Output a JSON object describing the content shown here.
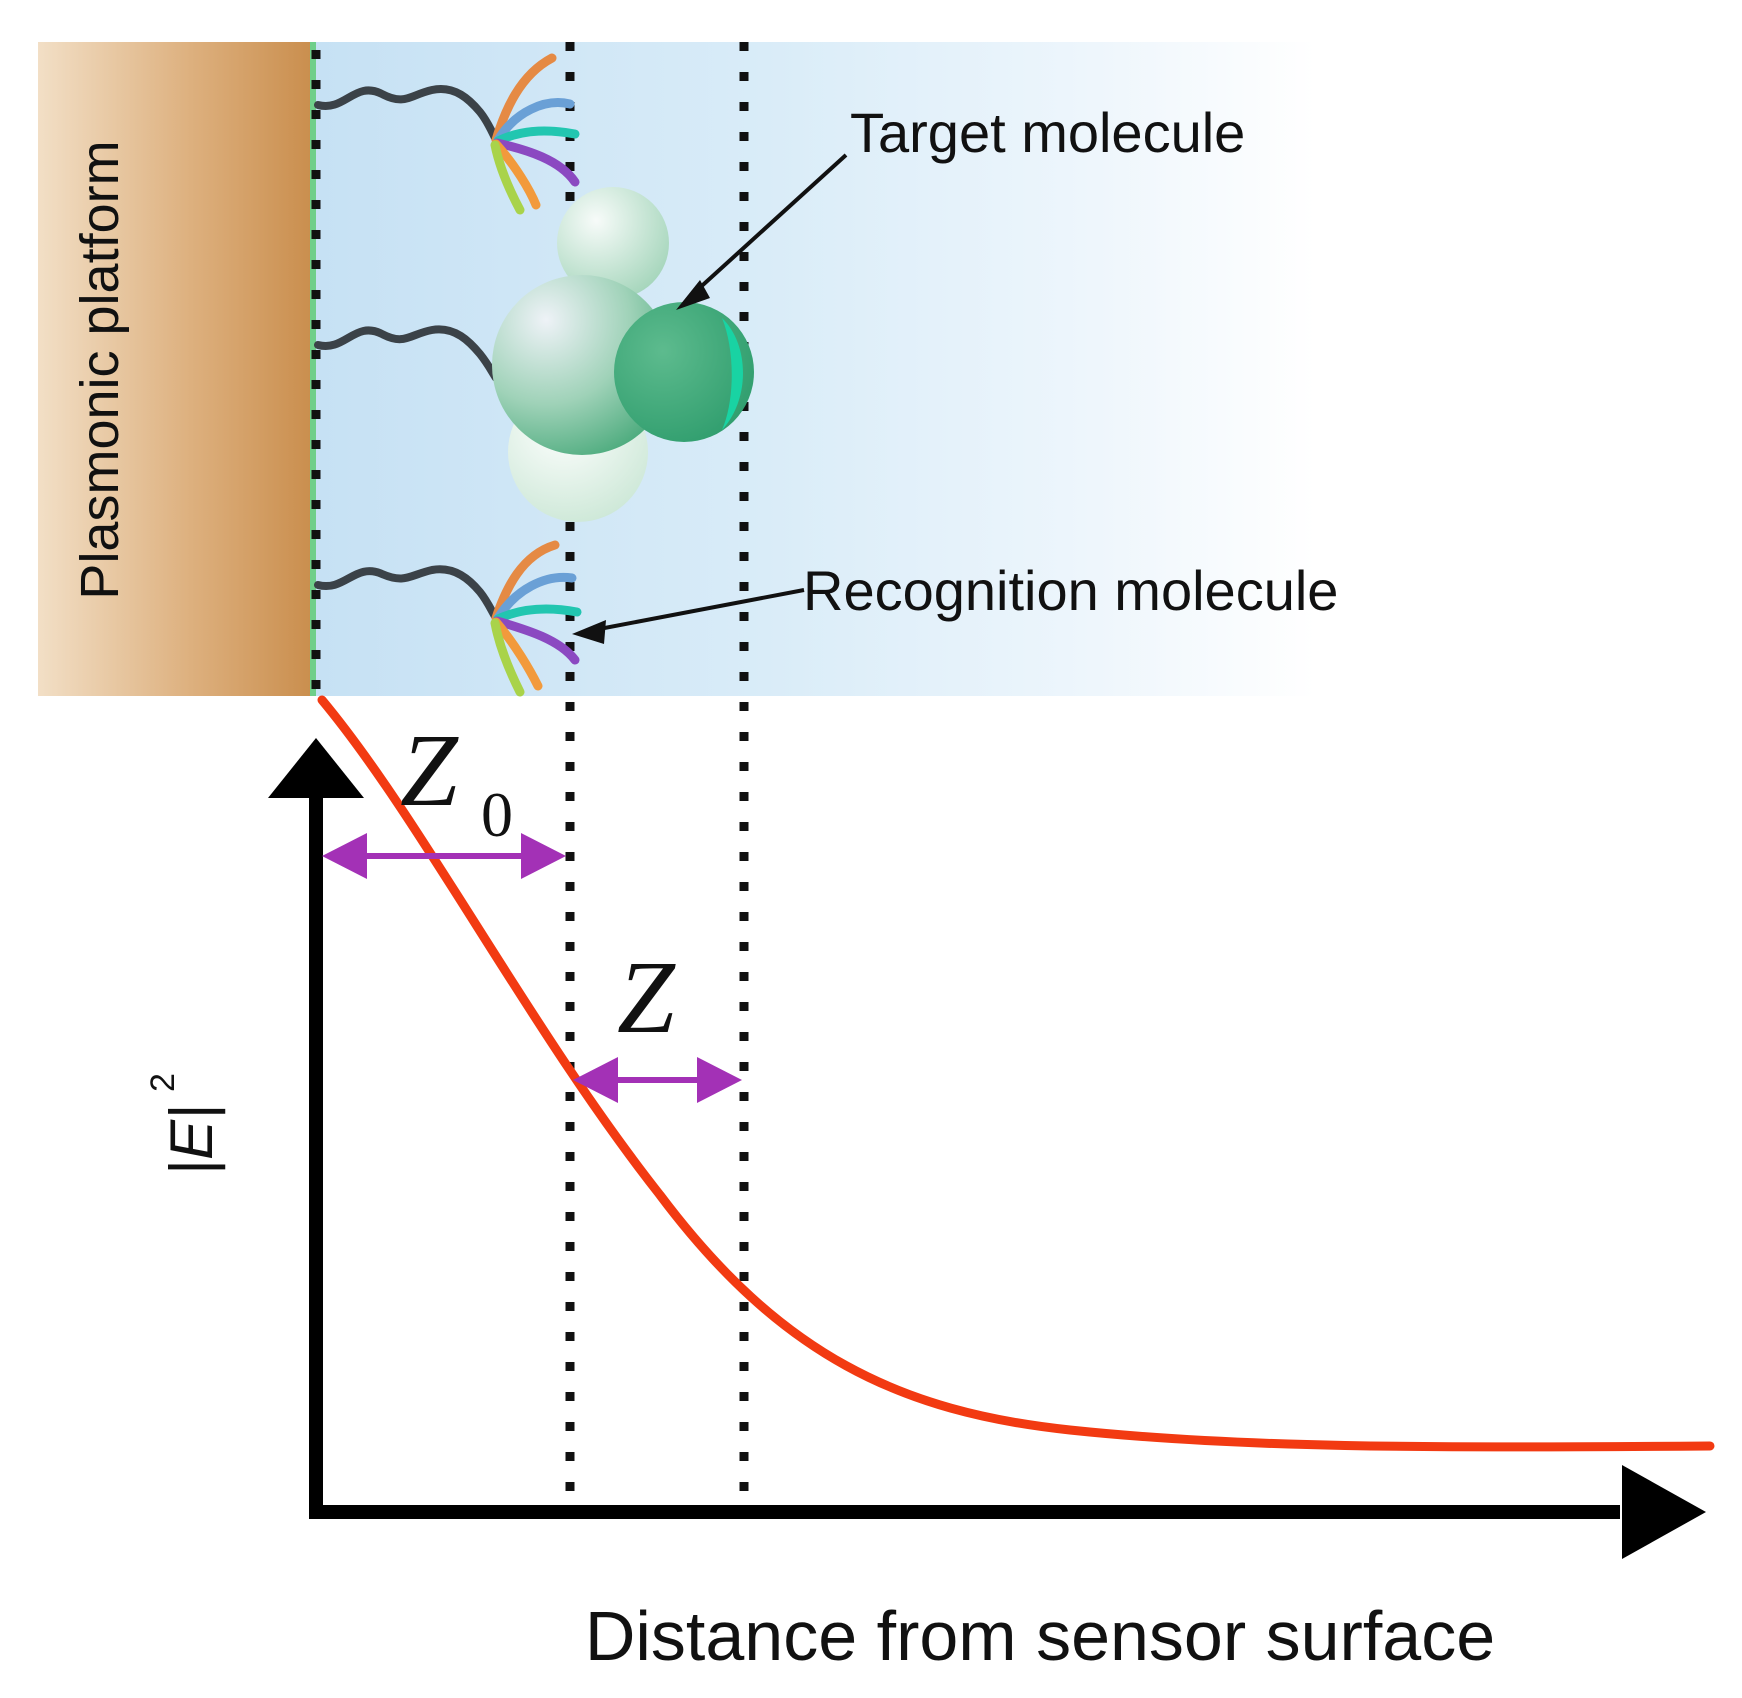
{
  "labels": {
    "platform": "Plasmonic platform",
    "target": "Target molecule",
    "recognition": "Recognition molecule",
    "z0_main": "Z",
    "z0_sub": "0",
    "z": "Z",
    "y_axis_main": "|E|",
    "y_axis_sup": "2",
    "x_axis": "Distance from sensor surface"
  },
  "colors": {
    "platform_gold": "#d29a5c",
    "medium_blue": "#cfe6f6",
    "decay_curve": "#f23a12",
    "measure_arrow": "#a331b6",
    "target_green": "#3aaa7e",
    "axis": "#000000",
    "linker": "#3b4248"
  },
  "icons": {
    "target": "target-molecule-icon",
    "receptor": "recognition-molecule-icon"
  }
}
